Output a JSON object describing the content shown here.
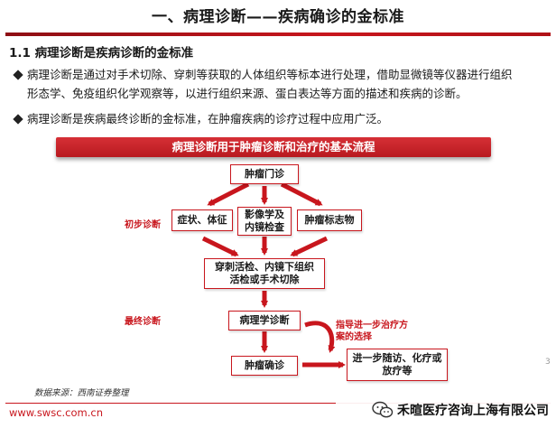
{
  "slide": {
    "title": "一、病理诊断——疾病确诊的金标准",
    "section": "1.1 病理诊断是疾病诊断的金标准",
    "bullets": [
      {
        "line1": "病理诊断是通过对手术切除、穿刺等获取的人体组织等标本进行处理，借助显微镜等仪器进行组织",
        "line2": "形态学、免疫组织化学观察等，以进行组织来源、蛋白表达等方面的描述和疾病的诊断。"
      },
      {
        "line1": "病理诊断是疾病最终诊断的金标准，在肿瘤疾病的诊疗过程中应用广泛。"
      }
    ]
  },
  "flowchart": {
    "header": "病理诊断用于肿瘤诊断和治疗的基本流程",
    "stage_initial": "初步诊断",
    "stage_final": "最终诊断",
    "nodes": {
      "clinic": "肿瘤门诊",
      "symptoms": "症状、体征",
      "imaging_line1": "影像学及",
      "imaging_line2": "内镜检查",
      "markers": "肿瘤标志物",
      "biopsy_line1": "穿刺活检、内镜下组织",
      "biopsy_line2": "活检或手术切除",
      "pathology": "病理学诊断",
      "confirm": "肿瘤确诊",
      "followup_line1": "进一步随访、化疗或",
      "followup_line2": "放疗等"
    },
    "advice_line1": "指导进一步治疗方",
    "advice_line2": "案的选择"
  },
  "footer": {
    "source": "数据来源：西南证券整理",
    "url": "www.swsc.com.cn",
    "page": "3",
    "watermark": "禾暄医疗咨询上海有限公司"
  },
  "colors": {
    "accent": "#c8161d",
    "dark_red": "#8e0f14"
  },
  "icons": {
    "bullet": "diamond-bullet-icon",
    "watermark": "wechat-icon"
  }
}
